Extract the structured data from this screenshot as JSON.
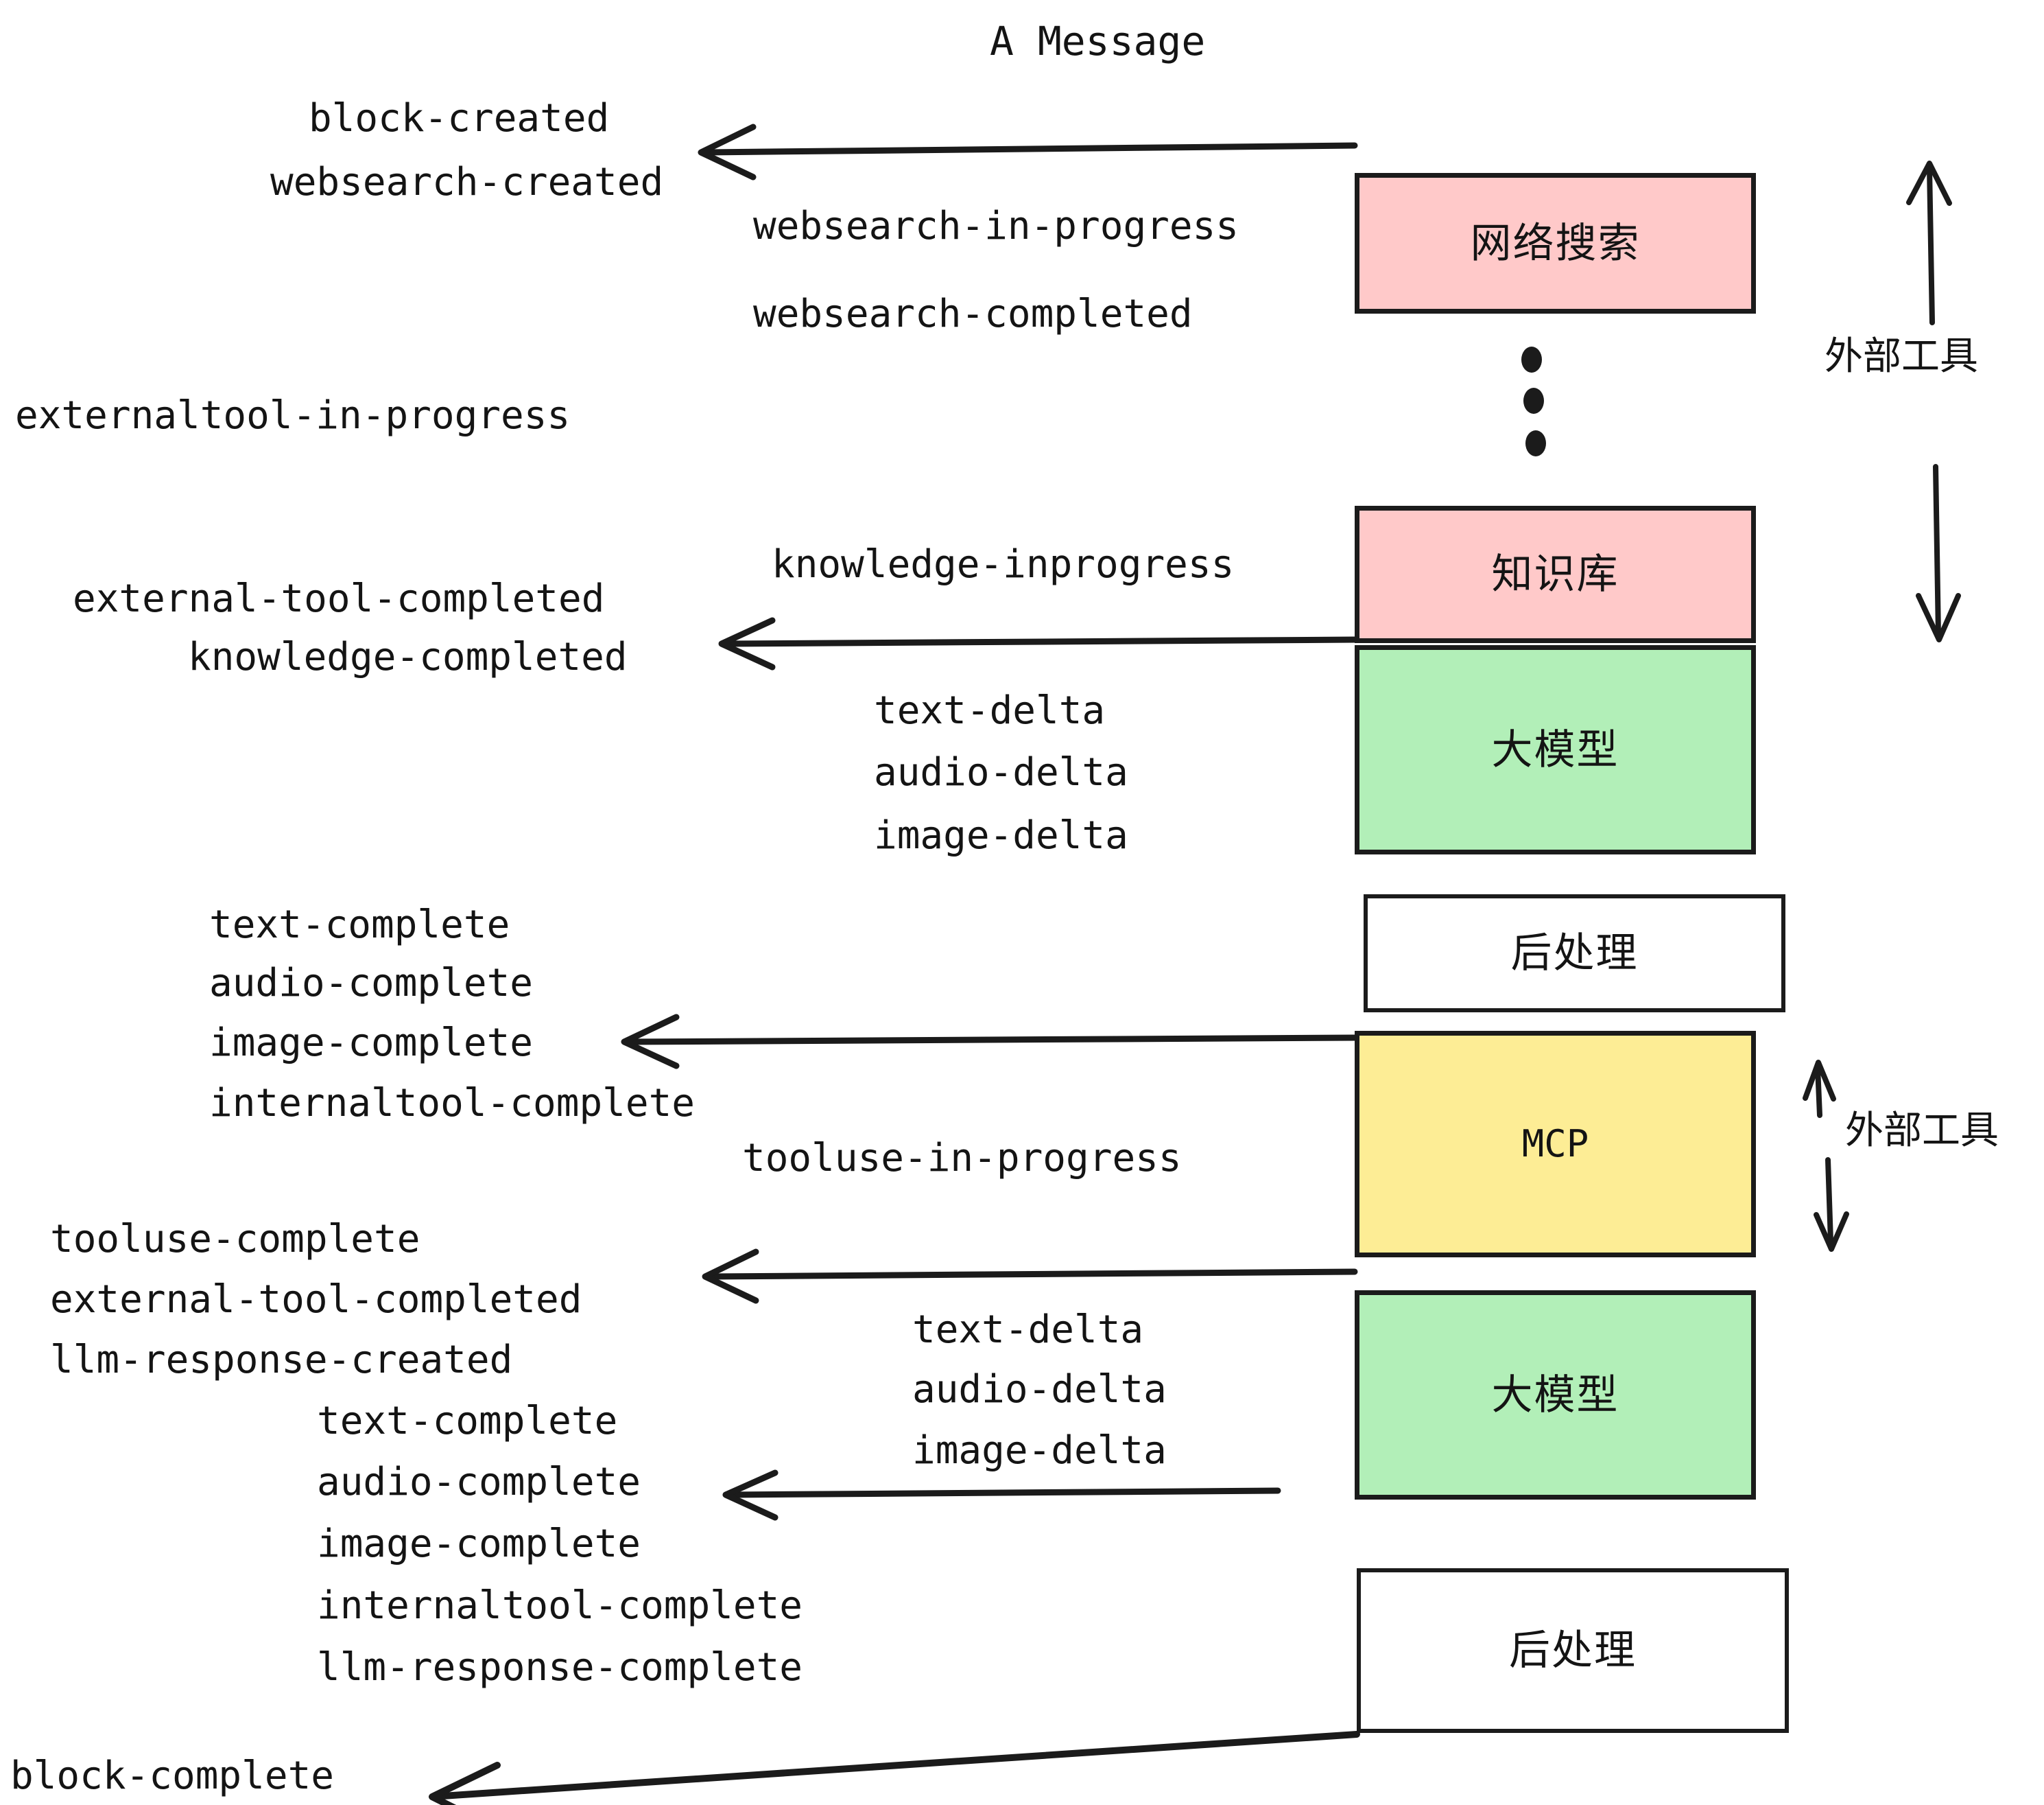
{
  "title": "A Message",
  "colors": {
    "pink": "#FFC9C9",
    "green": "#B2EFB8",
    "yellow": "#FDED95",
    "white": "#FFFFFF",
    "stroke": "#1B1B1B",
    "text": "#141414"
  },
  "boxes": {
    "websearch": "网络搜索",
    "knowledge": "知识库",
    "llm_top": "大模型",
    "postprocess_top": "后处理",
    "mcp": "MCP",
    "llm_bottom": "大模型",
    "postprocess_bottom": "后处理"
  },
  "side_labels": {
    "external_tool_top": "外部工具",
    "external_tool_bottom": "外部工具"
  },
  "events": {
    "block_created": "block-created",
    "websearch_created": "websearch-created",
    "websearch_in_progress": "websearch-in-progress",
    "websearch_completed": "websearch-completed",
    "externaltool_in_progress": "externaltool-in-progress",
    "knowledge_inprogress": "knowledge-inprogress",
    "external_tool_completed_1": "external-tool-completed",
    "knowledge_completed": "knowledge-completed",
    "text_delta_1": "text-delta",
    "audio_delta_1": "audio-delta",
    "image_delta_1": "image-delta",
    "text_complete_1": "text-complete",
    "audio_complete_1": "audio-complete",
    "image_complete_1": "image-complete",
    "internaltool_complete_1": "internaltool-complete",
    "tooluse_in_progress": "tooluse-in-progress",
    "tooluse_complete": "tooluse-complete",
    "external_tool_completed_2": "external-tool-completed",
    "llm_response_created": "llm-response-created",
    "text_delta_2": "text-delta",
    "audio_delta_2": "audio-delta",
    "image_delta_2": "image-delta",
    "text_complete_2": "text-complete",
    "audio_complete_2": "audio-complete",
    "image_complete_2": "image-complete",
    "internaltool_complete_2": "internaltool-complete",
    "llm_response_complete": "llm-response-complete",
    "block_complete": "block-complete"
  }
}
